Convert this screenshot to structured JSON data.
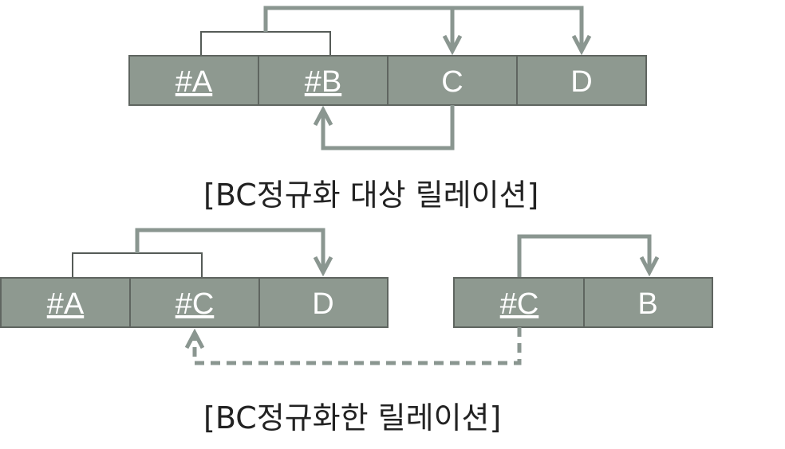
{
  "diagram_top": {
    "cells": [
      {
        "label": "#A",
        "key": true
      },
      {
        "label": "#B",
        "key": true
      },
      {
        "label": "C",
        "key": false
      },
      {
        "label": "D",
        "key": false
      }
    ],
    "caption": "[BC정규화 대상 릴레이션]"
  },
  "diagram_bottom_left": {
    "cells": [
      {
        "label": "#A",
        "key": true
      },
      {
        "label": "#C",
        "key": true
      },
      {
        "label": "D",
        "key": false
      }
    ]
  },
  "diagram_bottom_right": {
    "cells": [
      {
        "label": "#C",
        "key": true
      },
      {
        "label": "B",
        "key": false
      }
    ],
    "caption": "[BC정규화한 릴레이션]"
  },
  "colors": {
    "cell_fill": "#8e9990",
    "arrow": "#8a9690",
    "text": "#ffffff"
  }
}
